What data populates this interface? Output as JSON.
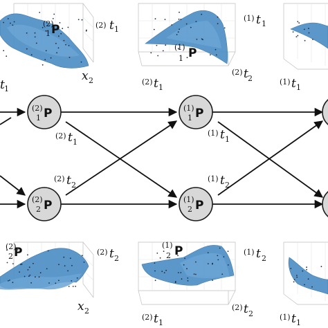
{
  "nodes": [
    {
      "id": "n1",
      "sup": "(2)",
      "sub": "1",
      "letter": "P"
    },
    {
      "id": "n2",
      "sup": "(2)",
      "sub": "2",
      "letter": "P"
    },
    {
      "id": "n3",
      "sup": "(1)",
      "sub": "1",
      "letter": "P"
    },
    {
      "id": "n4",
      "sup": "(1)",
      "sub": "2",
      "letter": "P"
    }
  ],
  "edge_labels": [
    {
      "sup": "(2)",
      "var": "t",
      "sub": "1"
    },
    {
      "sup": "(2)",
      "var": "t",
      "sub": "2"
    },
    {
      "sup": "(1)",
      "var": "t",
      "sub": "1"
    },
    {
      "sup": "(1)",
      "var": "t",
      "sub": "2"
    }
  ],
  "plots": {
    "top_left": {
      "title_sup": "(2)",
      "title_sub": "1",
      "title_letter": "P",
      "right_label": {
        "sup": "(2)",
        "var": "t",
        "sub": "1"
      },
      "bottom_right_label": {
        "var": "x",
        "sub": "2"
      },
      "bottom_left_label": {
        "var": "t",
        "sub": "1"
      }
    },
    "top_middle": {
      "title_sup": "(1)",
      "title_sub": "1",
      "title_letter": "P",
      "right_label": {
        "sup": "(1)",
        "var": "t",
        "sub": "1"
      },
      "bottom_right_label": {
        "sup": "(2)",
        "var": "t",
        "sub": "2"
      },
      "bottom_left_label": {
        "sup": "(2)",
        "var": "t",
        "sub": "1"
      }
    },
    "top_right": {
      "bottom_left_label": {
        "sup": "(1)",
        "var": "t",
        "sub": "1"
      }
    },
    "bottom_left": {
      "title_sup": "(2)",
      "title_sub": "2",
      "title_letter": "P",
      "right_label": {
        "sup": "(2)",
        "var": "t",
        "sub": "2"
      },
      "bottom_right_label": {
        "var": "x",
        "sub": "2"
      }
    },
    "bottom_middle": {
      "title_sup": "(1)",
      "title_sub": "2",
      "title_letter": "P",
      "right_label": {
        "sup": "(1)",
        "var": "t",
        "sub": "2"
      },
      "bottom_right_label": {
        "sup": "(2)",
        "var": "t",
        "sub": "2"
      },
      "bottom_left_label": {
        "sup": "(2)",
        "var": "t",
        "sub": "1"
      }
    },
    "bottom_right": {
      "bottom_left_label": {
        "sup": "(1)",
        "var": "t",
        "sub": "1"
      }
    }
  },
  "colors": {
    "surface": "#4f8fc6",
    "node_fill": "#d8d8d8",
    "edge": "#111111"
  }
}
